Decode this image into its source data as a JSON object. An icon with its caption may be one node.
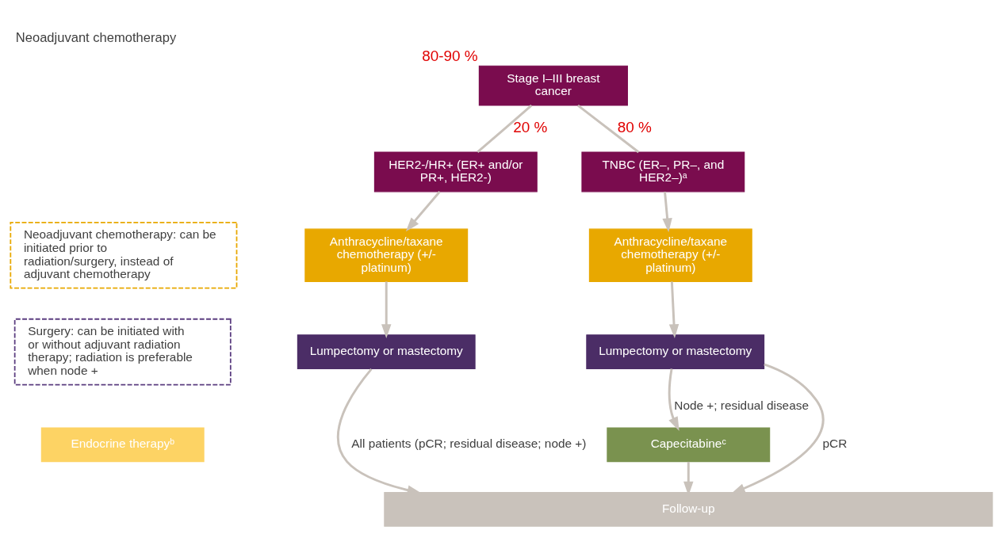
{
  "diagram": {
    "title": "Neoadjuvant chemotherapy",
    "nodes": [
      {
        "text": [
          "Stage I–III breast cancer"
        ],
        "beside": [
          "80-90 %"
        ]
      },
      {
        "text": [
          "HER2-/HR+ (ER+ and/or PR+, HER2-)"
        ]
      },
      {
        "text": [
          "TNBC (ER–, PR–, and HER2–)ᵃ"
        ]
      },
      {
        "text": [
          "Anthracycline/taxane chemotherapy (+/- platinum)"
        ]
      },
      {
        "text": [
          "Anthracycline/taxane chemotherapy (+/- platinum)"
        ]
      },
      {
        "text": [
          "Lumpectomy or mastectomy"
        ]
      },
      {
        "text": [
          "Lumpectomy or mastectomy"
        ]
      },
      {
        "text": [
          "Endocrine therapyᵇ"
        ]
      },
      {
        "text": [
          "Capecitabineᶜ"
        ]
      },
      {
        "text": [
          "Follow-up"
        ]
      },
      {
        "text": [
          "Neoadjuvant chemotherapy: can be initiated prior to radiation/surgery, instead of adjuvant chemotherapy"
        ]
      },
      {
        "text": [
          "Surgery: can be initiated with or without adjuvant radiation therapy; radiation is preferable when node +"
        ]
      }
    ],
    "edges": [
      {
        "from": 0,
        "to": 1,
        "arrow": "none",
        "label": "20 %"
      },
      {
        "from": 0,
        "to": 2,
        "arrow": "none",
        "label": "80 %"
      },
      {
        "from": 1,
        "to": 3,
        "arrow": "to"
      },
      {
        "from": 2,
        "to": 4,
        "arrow": "to"
      },
      {
        "from": 3,
        "to": 5,
        "arrow": "to"
      },
      {
        "from": 4,
        "to": 6,
        "arrow": "to"
      },
      {
        "from": 5,
        "to": 9,
        "arrow": "to",
        "label": "All patients (pCR; residual disease; node +)"
      },
      {
        "from": 6,
        "to": 8,
        "arrow": "to",
        "label": "Node +; residual disease"
      },
      {
        "from": 6,
        "to": 9,
        "arrow": "to",
        "label": "pCR"
      },
      {
        "from": 8,
        "to": 9,
        "arrow": "to"
      }
    ]
  }
}
